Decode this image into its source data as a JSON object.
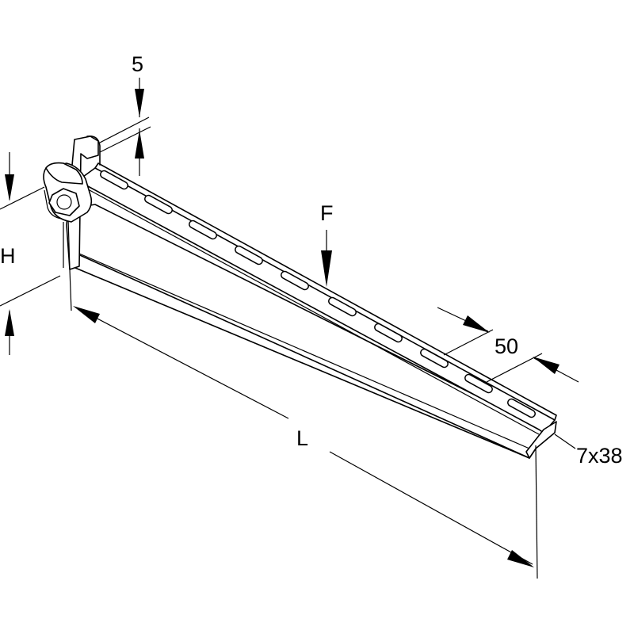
{
  "labels": {
    "thickness": "5",
    "height": "H",
    "load": "F",
    "length": "L",
    "slot_pitch": "50",
    "slots": "7x38"
  },
  "colors": {
    "stroke": "#000000",
    "background": "#ffffff"
  }
}
